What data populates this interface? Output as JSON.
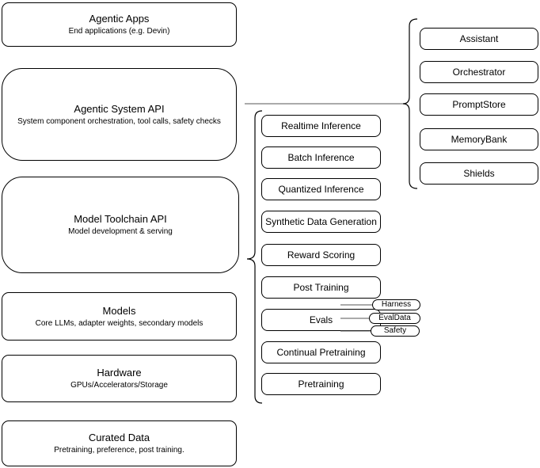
{
  "diagram": {
    "left_column": [
      {
        "title": "Agentic Apps",
        "subtitle": "End applications (e.g. Devin)"
      },
      {
        "title": "Agentic System API",
        "subtitle": "System component orchestration, tool calls, safety checks"
      },
      {
        "title": "Model Toolchain API",
        "subtitle": "Model development & serving"
      },
      {
        "title": "Models",
        "subtitle": "Core LLMs, adapter weights, secondary models"
      },
      {
        "title": "Hardware",
        "subtitle": "GPUs/Accelerators/Storage"
      },
      {
        "title": "Curated Data",
        "subtitle": "Pretraining, preference, post training."
      }
    ],
    "toolchain_services": [
      {
        "label": "Realtime Inference"
      },
      {
        "label": "Batch Inference"
      },
      {
        "label": "Quantized Inference"
      },
      {
        "label": "Synthetic Data Generation"
      },
      {
        "label": "Reward Scoring"
      },
      {
        "label": "Post Training"
      },
      {
        "label": "Evals"
      },
      {
        "label": "Continual Pretraining"
      },
      {
        "label": "Pretraining"
      }
    ],
    "eval_tags": [
      {
        "label": "Harness"
      },
      {
        "label": "EvalData"
      },
      {
        "label": "Safety"
      }
    ],
    "system_components": [
      {
        "label": "Assistant"
      },
      {
        "label": "Orchestrator"
      },
      {
        "label": "PromptStore"
      },
      {
        "label": "MemoryBank"
      },
      {
        "label": "Shields"
      }
    ],
    "colors": {
      "stroke": "#000000",
      "background": "#ffffff",
      "connector": "#555555"
    }
  }
}
